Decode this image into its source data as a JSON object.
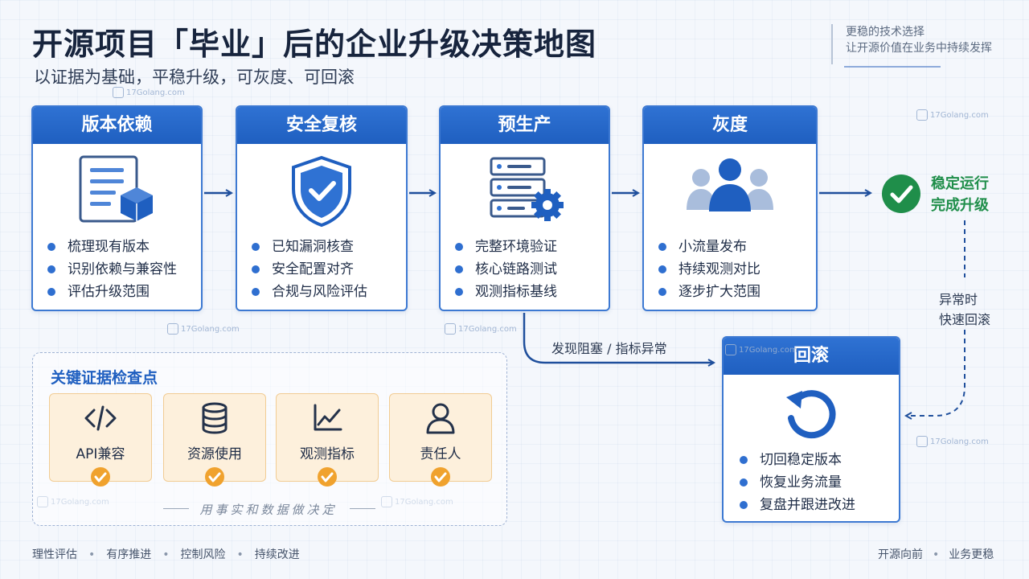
{
  "header": {
    "title": "开源项目「毕业」后的企业升级决策地图",
    "subtitle": "以证据为基础，平稳升级，可灰度、可回滚",
    "tagline_1": "更稳的技术选择",
    "tagline_2": "让开源价值在业务中持续发挥"
  },
  "stages": [
    {
      "title": "版本依赖",
      "icon": "document-package-icon",
      "items": [
        "梳理现有版本",
        "识别依赖与兼容性",
        "评估升级范围"
      ]
    },
    {
      "title": "安全复核",
      "icon": "shield-check-icon",
      "items": [
        "已知漏洞核查",
        "安全配置对齐",
        "合规与风险评估"
      ]
    },
    {
      "title": "预生产",
      "icon": "server-gear-icon",
      "items": [
        "完整环境验证",
        "核心链路测试",
        "观测指标基线"
      ]
    },
    {
      "title": "灰度",
      "icon": "user-group-icon",
      "items": [
        "小流量发布",
        "持续观测对比",
        "逐步扩大范围"
      ]
    }
  ],
  "stable": {
    "line_1": "稳定运行",
    "line_2": "完成升级",
    "icon": "check-circle-icon"
  },
  "rollback_trigger": {
    "line_1": "异常时",
    "line_2": "快速回滚"
  },
  "blocked_label": "发现阻塞 / 指标异常",
  "rollback": {
    "title": "回滚",
    "icon": "rotate-ccw-icon",
    "items": [
      "切回稳定版本",
      "恢复业务流量",
      "复盘并跟进改进"
    ]
  },
  "evidence": {
    "title": "关键证据检查点",
    "items": [
      {
        "label": "API兼容",
        "icon": "code-icon"
      },
      {
        "label": "资源使用",
        "icon": "database-icon"
      },
      {
        "label": "观测指标",
        "icon": "line-chart-icon"
      },
      {
        "label": "责任人",
        "icon": "person-icon"
      }
    ],
    "footer": "用事实和数据做决定"
  },
  "footer": {
    "left": [
      "理性评估",
      "有序推进",
      "控制风险",
      "持续改进"
    ],
    "right": [
      "开源向前",
      "业务更稳"
    ]
  },
  "watermark": "17Golang.com",
  "colors": {
    "primary": "#2f72d3",
    "success": "#1f8e4a",
    "evidence_bg": "#fdf0dc",
    "check": "#f0a22e"
  }
}
